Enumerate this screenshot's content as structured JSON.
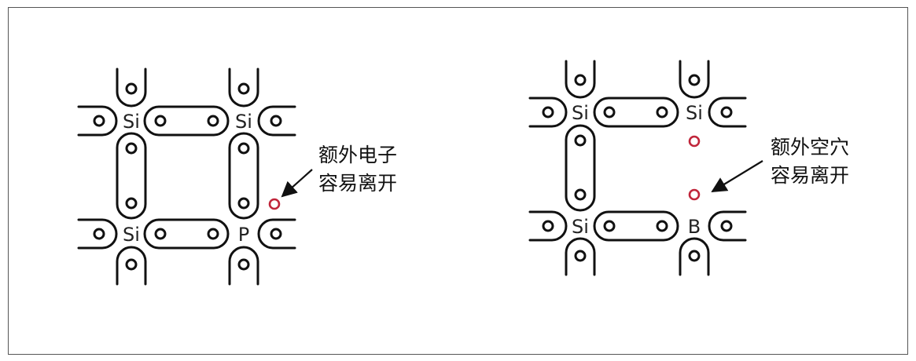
{
  "left_panel": {
    "atoms": {
      "top_left": "Si",
      "top_right": "Si",
      "bottom_left": "Si",
      "bottom_right": "P"
    },
    "annotation": {
      "line1": "额外电子",
      "line2": "容易离开"
    }
  },
  "right_panel": {
    "atoms": {
      "top_left": "Si",
      "top_right": "Si",
      "bottom_left": "Si",
      "bottom_right": "B"
    },
    "annotation": {
      "line1": "额外空穴",
      "line2": "容易离开"
    }
  },
  "colors": {
    "extra_carrier": "#c0253a",
    "stroke": "#111111"
  }
}
